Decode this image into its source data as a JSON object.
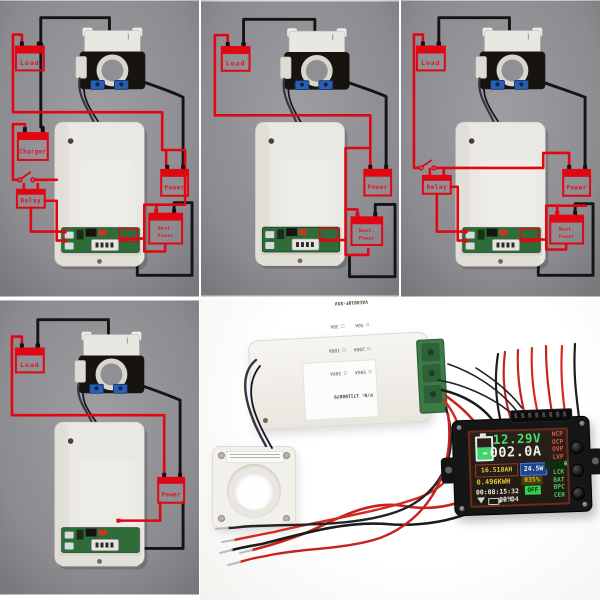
{
  "diagram_labels": {
    "load": "Load",
    "charger": "Charger",
    "relay": "Relay",
    "power": "Power",
    "next_power_line1": "Next.",
    "next_power_line2": "Power"
  },
  "photo": {
    "module_sticker": {
      "line_pn": "P/N: 171100079",
      "options_row1": "□ 500A   □ 300A",
      "options_row2": "□ 200A   □ 100A",
      "options_row3": "□ 50A    □ 30A",
      "line_model": "VAC8010F-85V"
    },
    "display": {
      "voltage": "12.29V",
      "current": "-002.0A",
      "amp_hours": "16.518AH",
      "watts": "24.5W",
      "energy": "0.496KWH",
      "battery_percent": "035%",
      "runtime": "00:08:15:32",
      "output_badge": "OFF",
      "temperature": "02℃",
      "clock": "00:04",
      "flags_red": [
        "NCP",
        "OCP",
        "OVP",
        "LVP"
      ],
      "flag_active": "OUT",
      "flag_active_arrow": "→",
      "flags_green": [
        "LCK",
        "BAT",
        "BPC",
        "CER"
      ]
    }
  },
  "colors": {
    "wire_red": "#e20613",
    "wire_black": "#141414",
    "label_red": "#e8101f",
    "lcd_green": "#46e36e",
    "lcd_yellow": "#e5c93c",
    "flag_red": "#ef5040",
    "flag_green": "#43cf5f",
    "badge_green": "#2fcf4c",
    "diagram_background": "#95959a",
    "photo_background": "#ffffff"
  }
}
